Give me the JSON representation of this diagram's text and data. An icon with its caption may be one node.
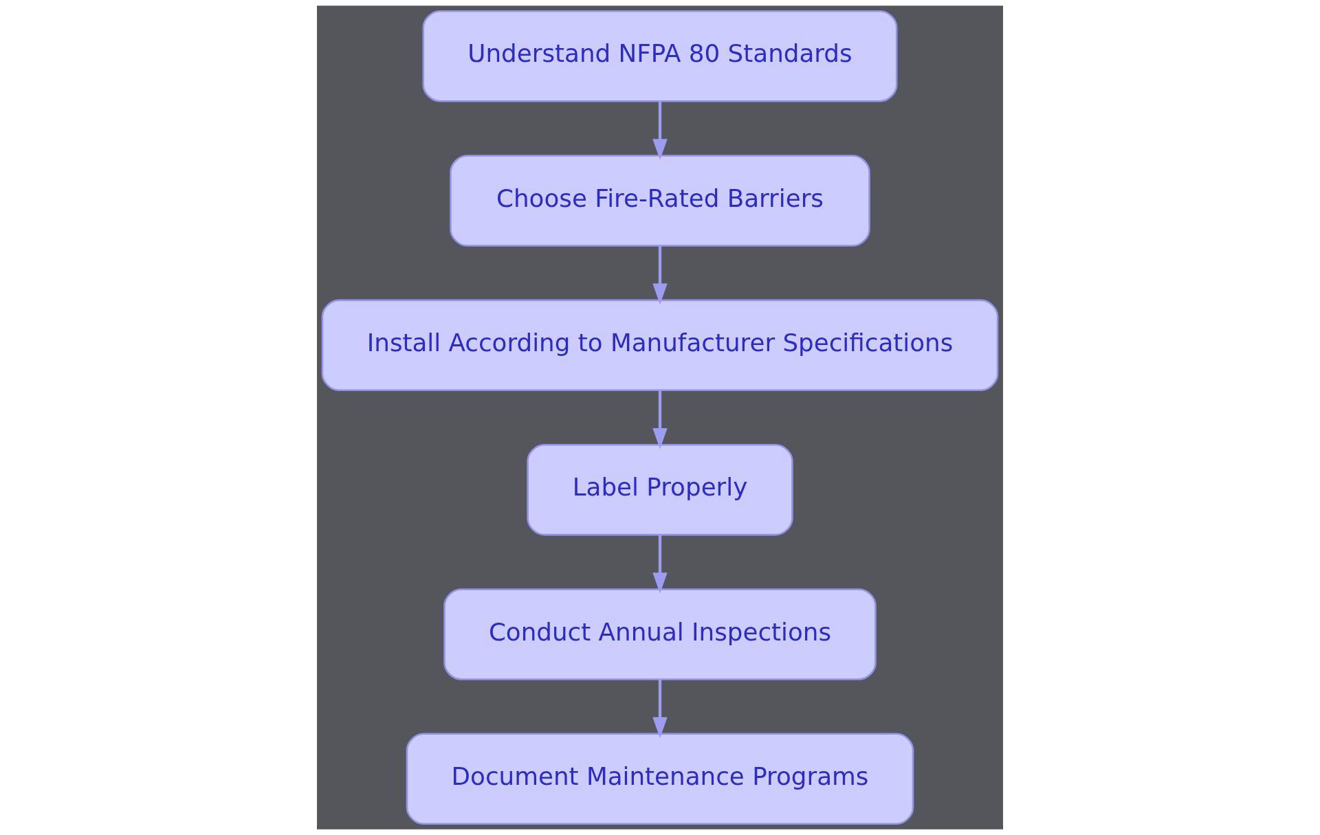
{
  "diagram": {
    "nodes": [
      {
        "text": [
          "Understand NFPA 80 Standards"
        ]
      },
      {
        "text": [
          "Choose Fire-Rated Barriers"
        ]
      },
      {
        "text": [
          "Install According to Manufacturer Specifications"
        ]
      },
      {
        "text": [
          "Label Properly"
        ]
      },
      {
        "text": [
          "Conduct Annual Inspections"
        ]
      },
      {
        "text": [
          "Document Maintenance Programs"
        ]
      }
    ],
    "edges": [
      {
        "from": 0,
        "to": 1,
        "arrow": "to"
      },
      {
        "from": 1,
        "to": 2,
        "arrow": "to"
      },
      {
        "from": 2,
        "to": 3,
        "arrow": "to"
      },
      {
        "from": 3,
        "to": 4,
        "arrow": "to"
      },
      {
        "from": 4,
        "to": 5,
        "arrow": "to"
      }
    ]
  }
}
